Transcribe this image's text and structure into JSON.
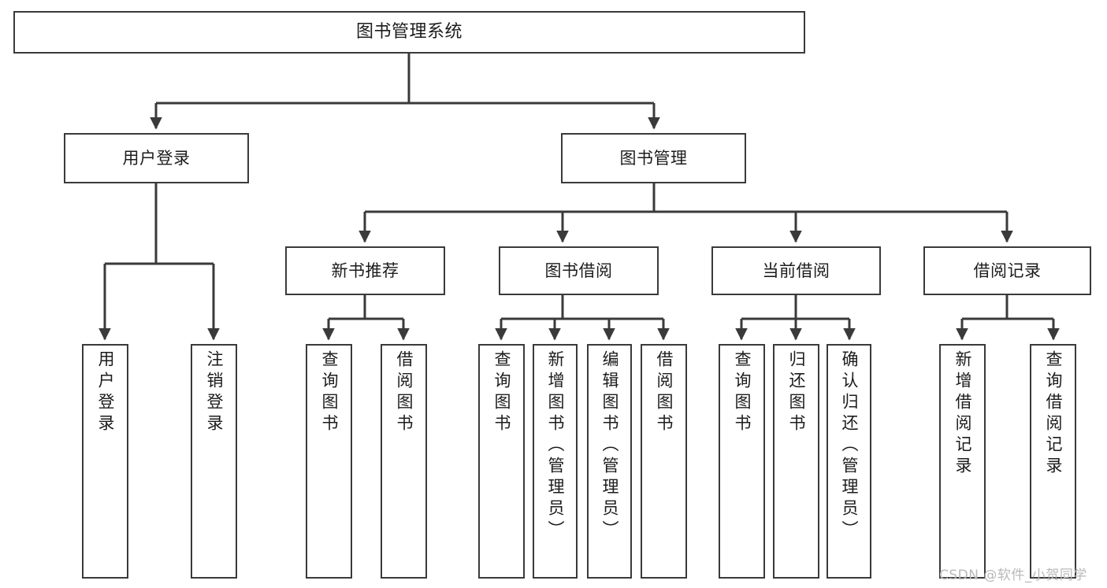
{
  "diagram": {
    "title": "图书管理系统",
    "type": "tree",
    "stroke_color": "#3a3a3a",
    "text_color": "#1c1c1c",
    "background": "#ffffff",
    "nodes": {
      "root": {
        "label": "图书管理系统"
      },
      "level2": [
        {
          "label": "用户登录"
        },
        {
          "label": "图书管理"
        }
      ],
      "level3": [
        {
          "label": "新书推荐"
        },
        {
          "label": "图书借阅"
        },
        {
          "label": "当前借阅"
        },
        {
          "label": "借阅记录"
        }
      ],
      "leaves": [
        {
          "label": "用户登录",
          "group": "用户登录"
        },
        {
          "label": "注销登录",
          "group": "用户登录"
        },
        {
          "label": "查询图书",
          "group": "新书推荐"
        },
        {
          "label": "借阅图书",
          "group": "新书推荐"
        },
        {
          "label": "查询图书",
          "group": "图书借阅"
        },
        {
          "label": "新增图书（管理员）",
          "group": "图书借阅"
        },
        {
          "label": "编辑图书（管理员）",
          "group": "图书借阅"
        },
        {
          "label": "借阅图书",
          "group": "图书借阅"
        },
        {
          "label": "查询图书",
          "group": "当前借阅"
        },
        {
          "label": "归还图书",
          "group": "当前借阅"
        },
        {
          "label": "确认归还（管理员）",
          "group": "当前借阅"
        },
        {
          "label": "新增借阅记录",
          "group": "借阅记录"
        },
        {
          "label": "查询借阅记录",
          "group": "借阅记录"
        }
      ]
    }
  },
  "watermark": {
    "text": "CSDN @软件_小贺同学"
  }
}
